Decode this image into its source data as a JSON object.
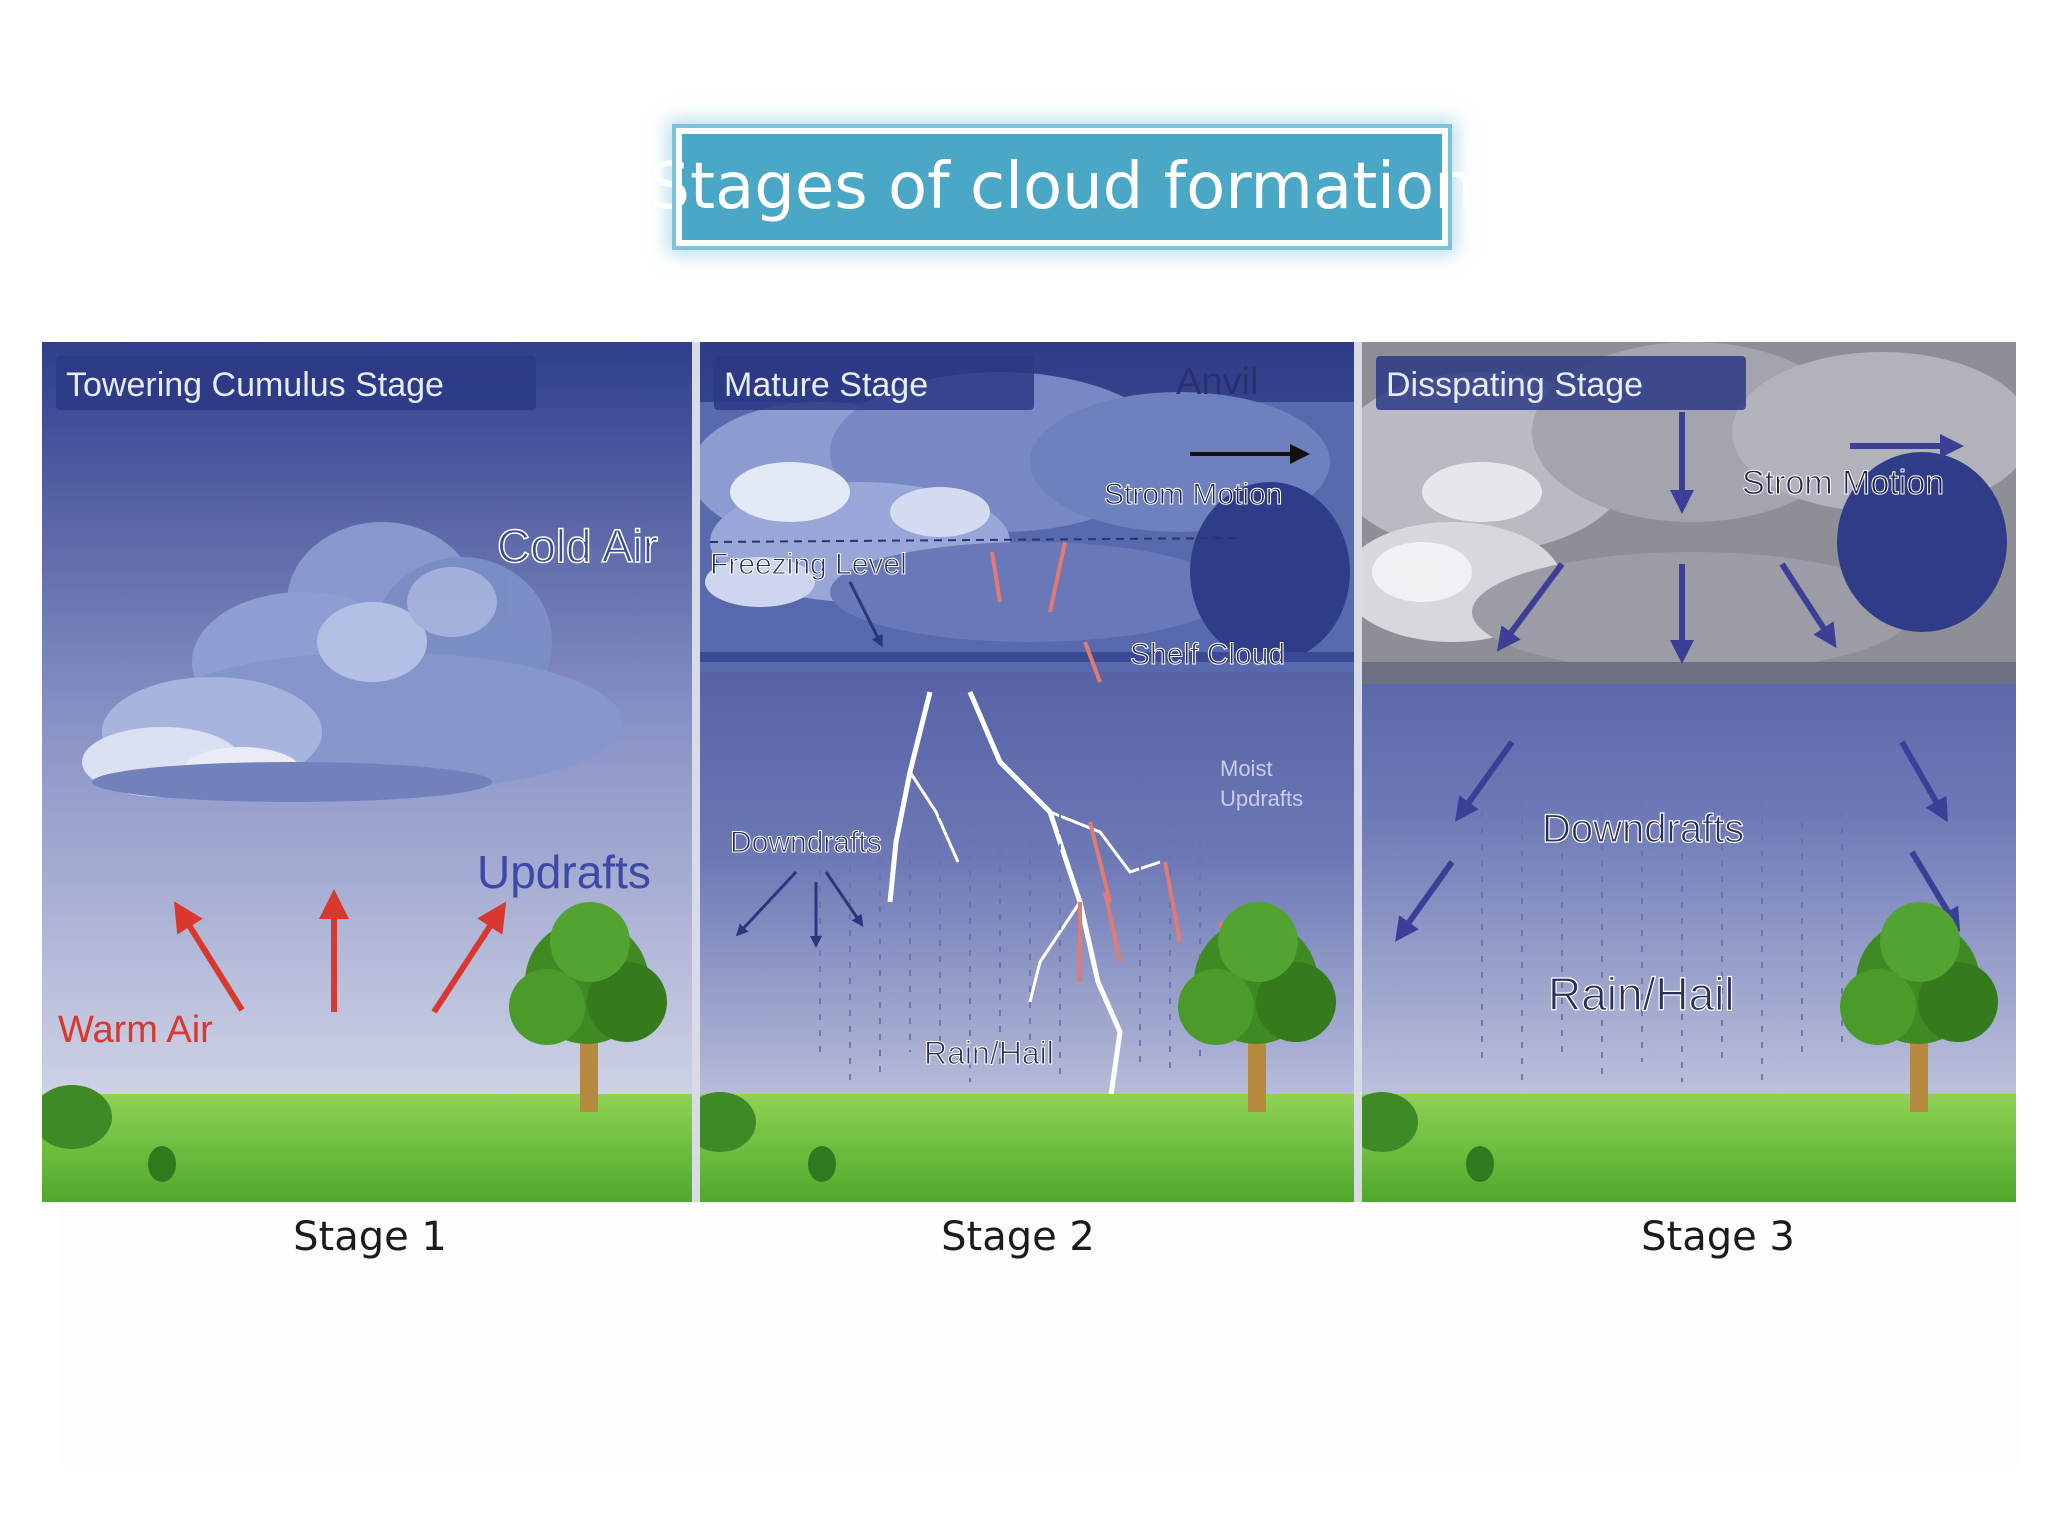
{
  "title": "Stages of cloud formation",
  "panels": [
    {
      "heading": "Towering Cumulus Stage",
      "labels": {
        "cold_air": "Cold Air",
        "updrafts": "Updrafts",
        "warm_air": "Warm Air"
      },
      "caption": "Stage 1"
    },
    {
      "heading": "Mature Stage",
      "labels": {
        "anvil": "Anvil",
        "storm_motion": "Strom Motion",
        "freezing_level": "Freezing Level",
        "shelf_cloud": "Shelf Cloud",
        "moist_updrafts_1": "Moist",
        "moist_updrafts_2": "Updrafts",
        "downdrafts": "Downdrafts",
        "rain_hail": "Rain/Hail"
      },
      "caption": "Stage 2"
    },
    {
      "heading": "Disspating Stage",
      "labels": {
        "storm_motion": "Strom Motion",
        "downdrafts": "Downdrafts",
        "rain_hail": "Rain/Hail"
      },
      "caption": "Stage 3"
    }
  ],
  "colors": {
    "title_box": "#4aa8c6",
    "sky_top": "#33428e",
    "sky_bottom": "#d9dce8",
    "grass": "#6ec23c",
    "warm_arrow": "#d8382e",
    "cool_arrow": "#3c3f96",
    "lightning": "#ffffff"
  }
}
